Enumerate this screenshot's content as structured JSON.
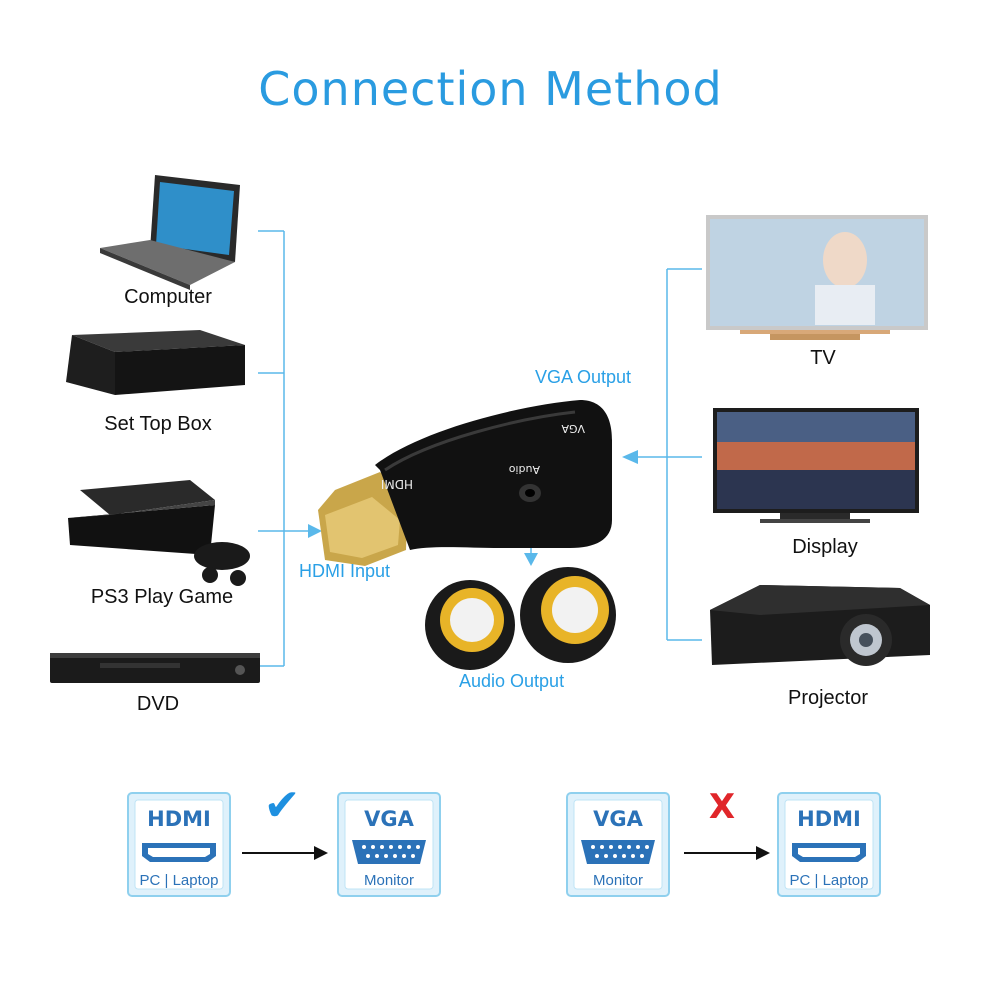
{
  "title": "Connection Method",
  "inputs": [
    {
      "label": "Computer",
      "icon": "laptop-icon"
    },
    {
      "label": "Set Top Box",
      "icon": "set-top-box-icon"
    },
    {
      "label": "PS3 Play Game",
      "icon": "game-console-icon"
    },
    {
      "label": "DVD",
      "icon": "dvd-player-icon"
    }
  ],
  "outputs": [
    {
      "label": "TV",
      "icon": "tv-icon"
    },
    {
      "label": "Display",
      "icon": "display-icon"
    },
    {
      "label": "Projector",
      "icon": "projector-icon"
    }
  ],
  "flows": {
    "hdmi_input": "HDMI Input",
    "vga_output": "VGA Output",
    "audio_output": "Audio Output"
  },
  "adapter": {
    "hdmi_port_label": "HDMI",
    "vga_port_label": "VGA",
    "audio_port_label": "Audio"
  },
  "compat": [
    {
      "from_title": "HDMI",
      "from_sub": "PC | Laptop",
      "to_title": "VGA",
      "to_sub": "Monitor",
      "status": "supported",
      "mark": "✔"
    },
    {
      "from_title": "VGA",
      "from_sub": "Monitor",
      "to_title": "HDMI",
      "to_sub": "PC | Laptop",
      "status": "unsupported",
      "mark": "X"
    }
  ],
  "colors": {
    "accent": "#2a9be0",
    "line": "#5ab8ea",
    "badge_border": "#8fd0ee",
    "badge_text": "#2b72b8",
    "check": "#1e90e0",
    "cross": "#e0262a"
  }
}
